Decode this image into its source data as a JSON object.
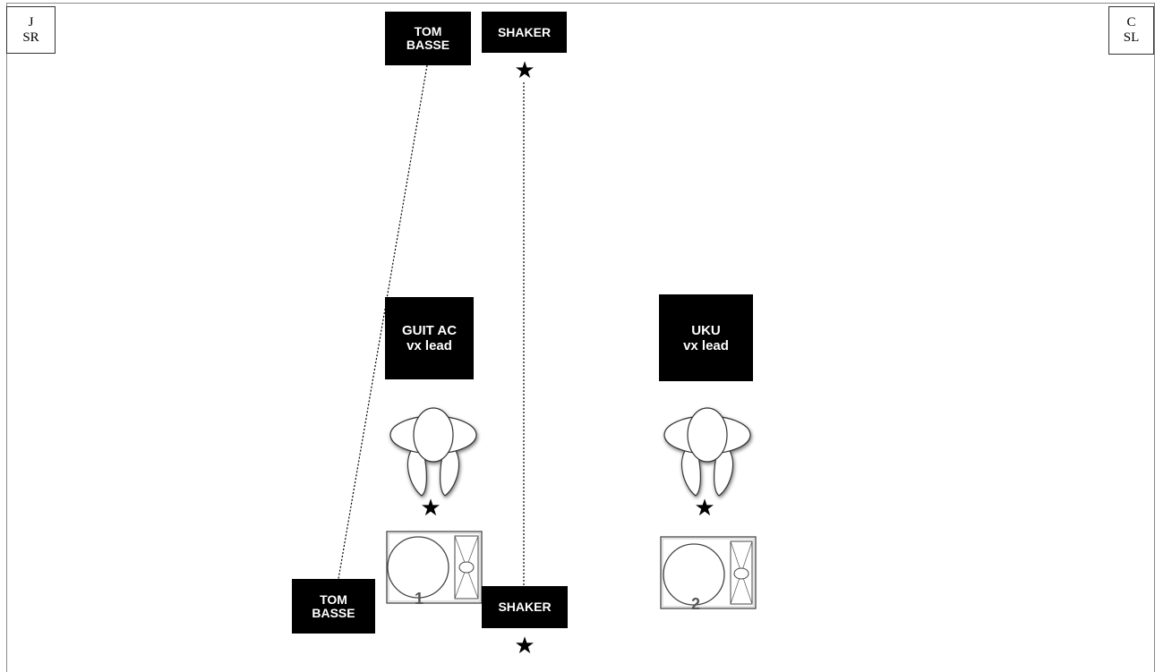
{
  "corners": {
    "left": {
      "line1": "J",
      "line2": "SR"
    },
    "right": {
      "line1": "C",
      "line2": "SL"
    }
  },
  "labels": {
    "tom_top": {
      "line1": "TOM",
      "line2": "BASSE"
    },
    "shaker_top": {
      "line1": "SHAKER"
    },
    "guit": {
      "line1": "GUIT AC",
      "line2": "vx lead"
    },
    "uku": {
      "line1": "UKU",
      "line2": "vx lead"
    },
    "tom_bottom": {
      "line1": "TOM",
      "line2": "BASSE"
    },
    "shaker_bottom": {
      "line1": "SHAKER"
    }
  },
  "amps": {
    "amp1": "1",
    "amp2": "2"
  },
  "icons": {
    "mic": "star-icon",
    "musician": "musician-topview-icon",
    "amp": "amplifier-icon"
  }
}
